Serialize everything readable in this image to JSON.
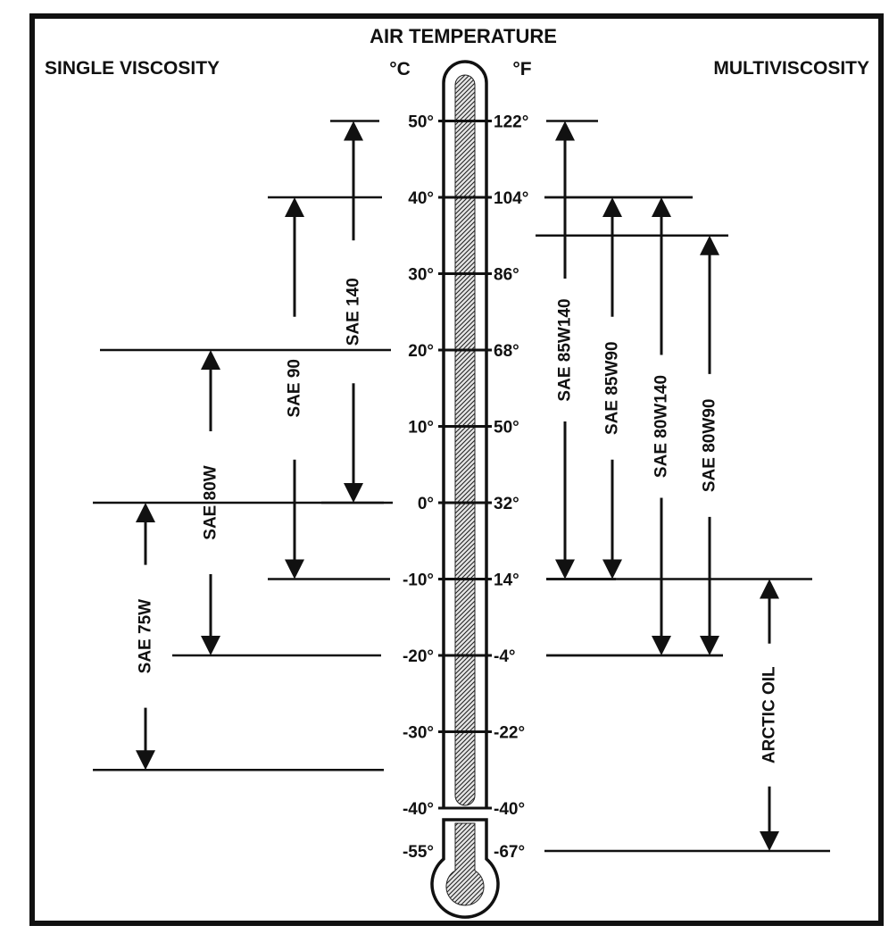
{
  "headers": {
    "title": "AIR TEMPERATURE",
    "left": "SINGLE VISCOSITY",
    "right": "MULTIVISCOSITY",
    "celsius_unit": "°C",
    "fahrenheit_unit": "°F"
  },
  "scale": {
    "celsius": [
      "50°",
      "40°",
      "30°",
      "20°",
      "10°",
      "0°",
      "-10°",
      "-20°",
      "-30°",
      "-40°",
      "-55°"
    ],
    "fahrenheit": [
      "122°",
      "104°",
      "86°",
      "68°",
      "50°",
      "32°",
      "14°",
      "-4°",
      "-22°",
      "-40°",
      "-67°"
    ]
  },
  "chart_data": {
    "type": "range",
    "title": "AIR TEMPERATURE",
    "unit": "°C",
    "groups": [
      {
        "name": "SINGLE VISCOSITY",
        "ranges": [
          {
            "name": "SAE 75W",
            "min": -35,
            "max": 0
          },
          {
            "name": "SAE 80W",
            "min": -20,
            "max": 20
          },
          {
            "name": "SAE 90",
            "min": -10,
            "max": 40
          },
          {
            "name": "SAE 140",
            "min": 0,
            "max": 50
          }
        ]
      },
      {
        "name": "MULTIVISCOSITY",
        "ranges": [
          {
            "name": "SAE 85W140",
            "min": -10,
            "max": 50
          },
          {
            "name": "SAE 85W90",
            "min": -10,
            "max": 40
          },
          {
            "name": "SAE 80W140",
            "min": -20,
            "max": 40
          },
          {
            "name": "SAE 80W90",
            "min": -20,
            "max": 35
          },
          {
            "name": "ARCTIC OIL",
            "min": -55,
            "max": -10
          }
        ]
      }
    ]
  }
}
